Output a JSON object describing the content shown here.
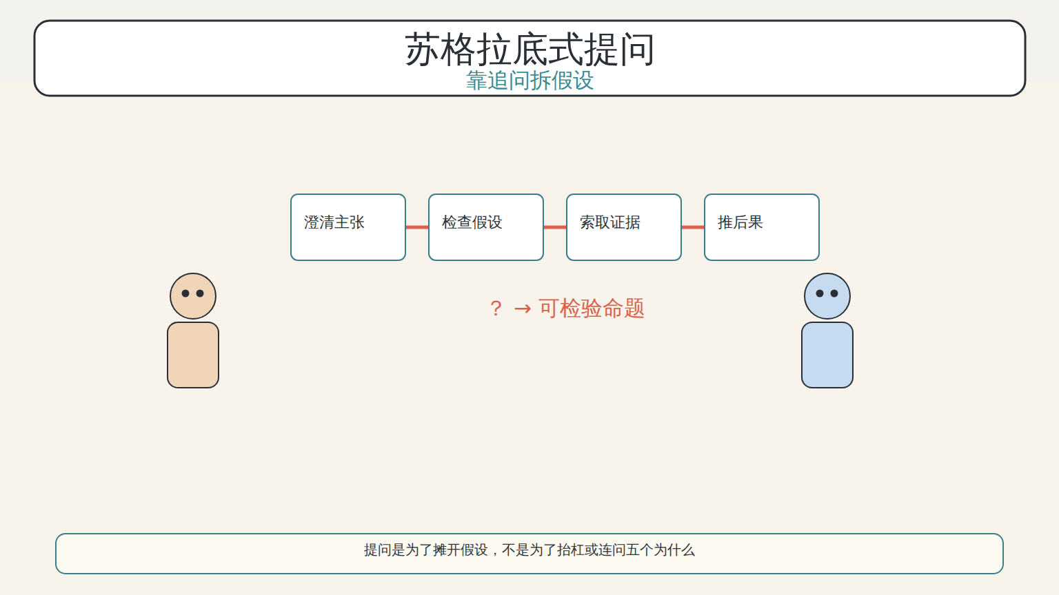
{
  "diagram": {
    "title": "苏格拉底式提问",
    "caption": "提问是为了摊开假设，不是为了抬杠或连问五个为什么",
    "nodes": [
      {
        "text": [
          "澄清主张"
        ]
      },
      {
        "text": [
          "检查假设"
        ]
      },
      {
        "text": [
          "索取证据"
        ]
      },
      {
        "text": [
          "推后果"
        ]
      }
    ],
    "edges": [
      {
        "from": 0,
        "to": 1,
        "arrow": "to"
      },
      {
        "from": 1,
        "to": 2,
        "arrow": "to"
      },
      {
        "from": 2,
        "to": 3,
        "arrow": "to"
      }
    ],
    "labels": [
      "靠追问拆假设",
      "？ → 可检验命题"
    ]
  }
}
